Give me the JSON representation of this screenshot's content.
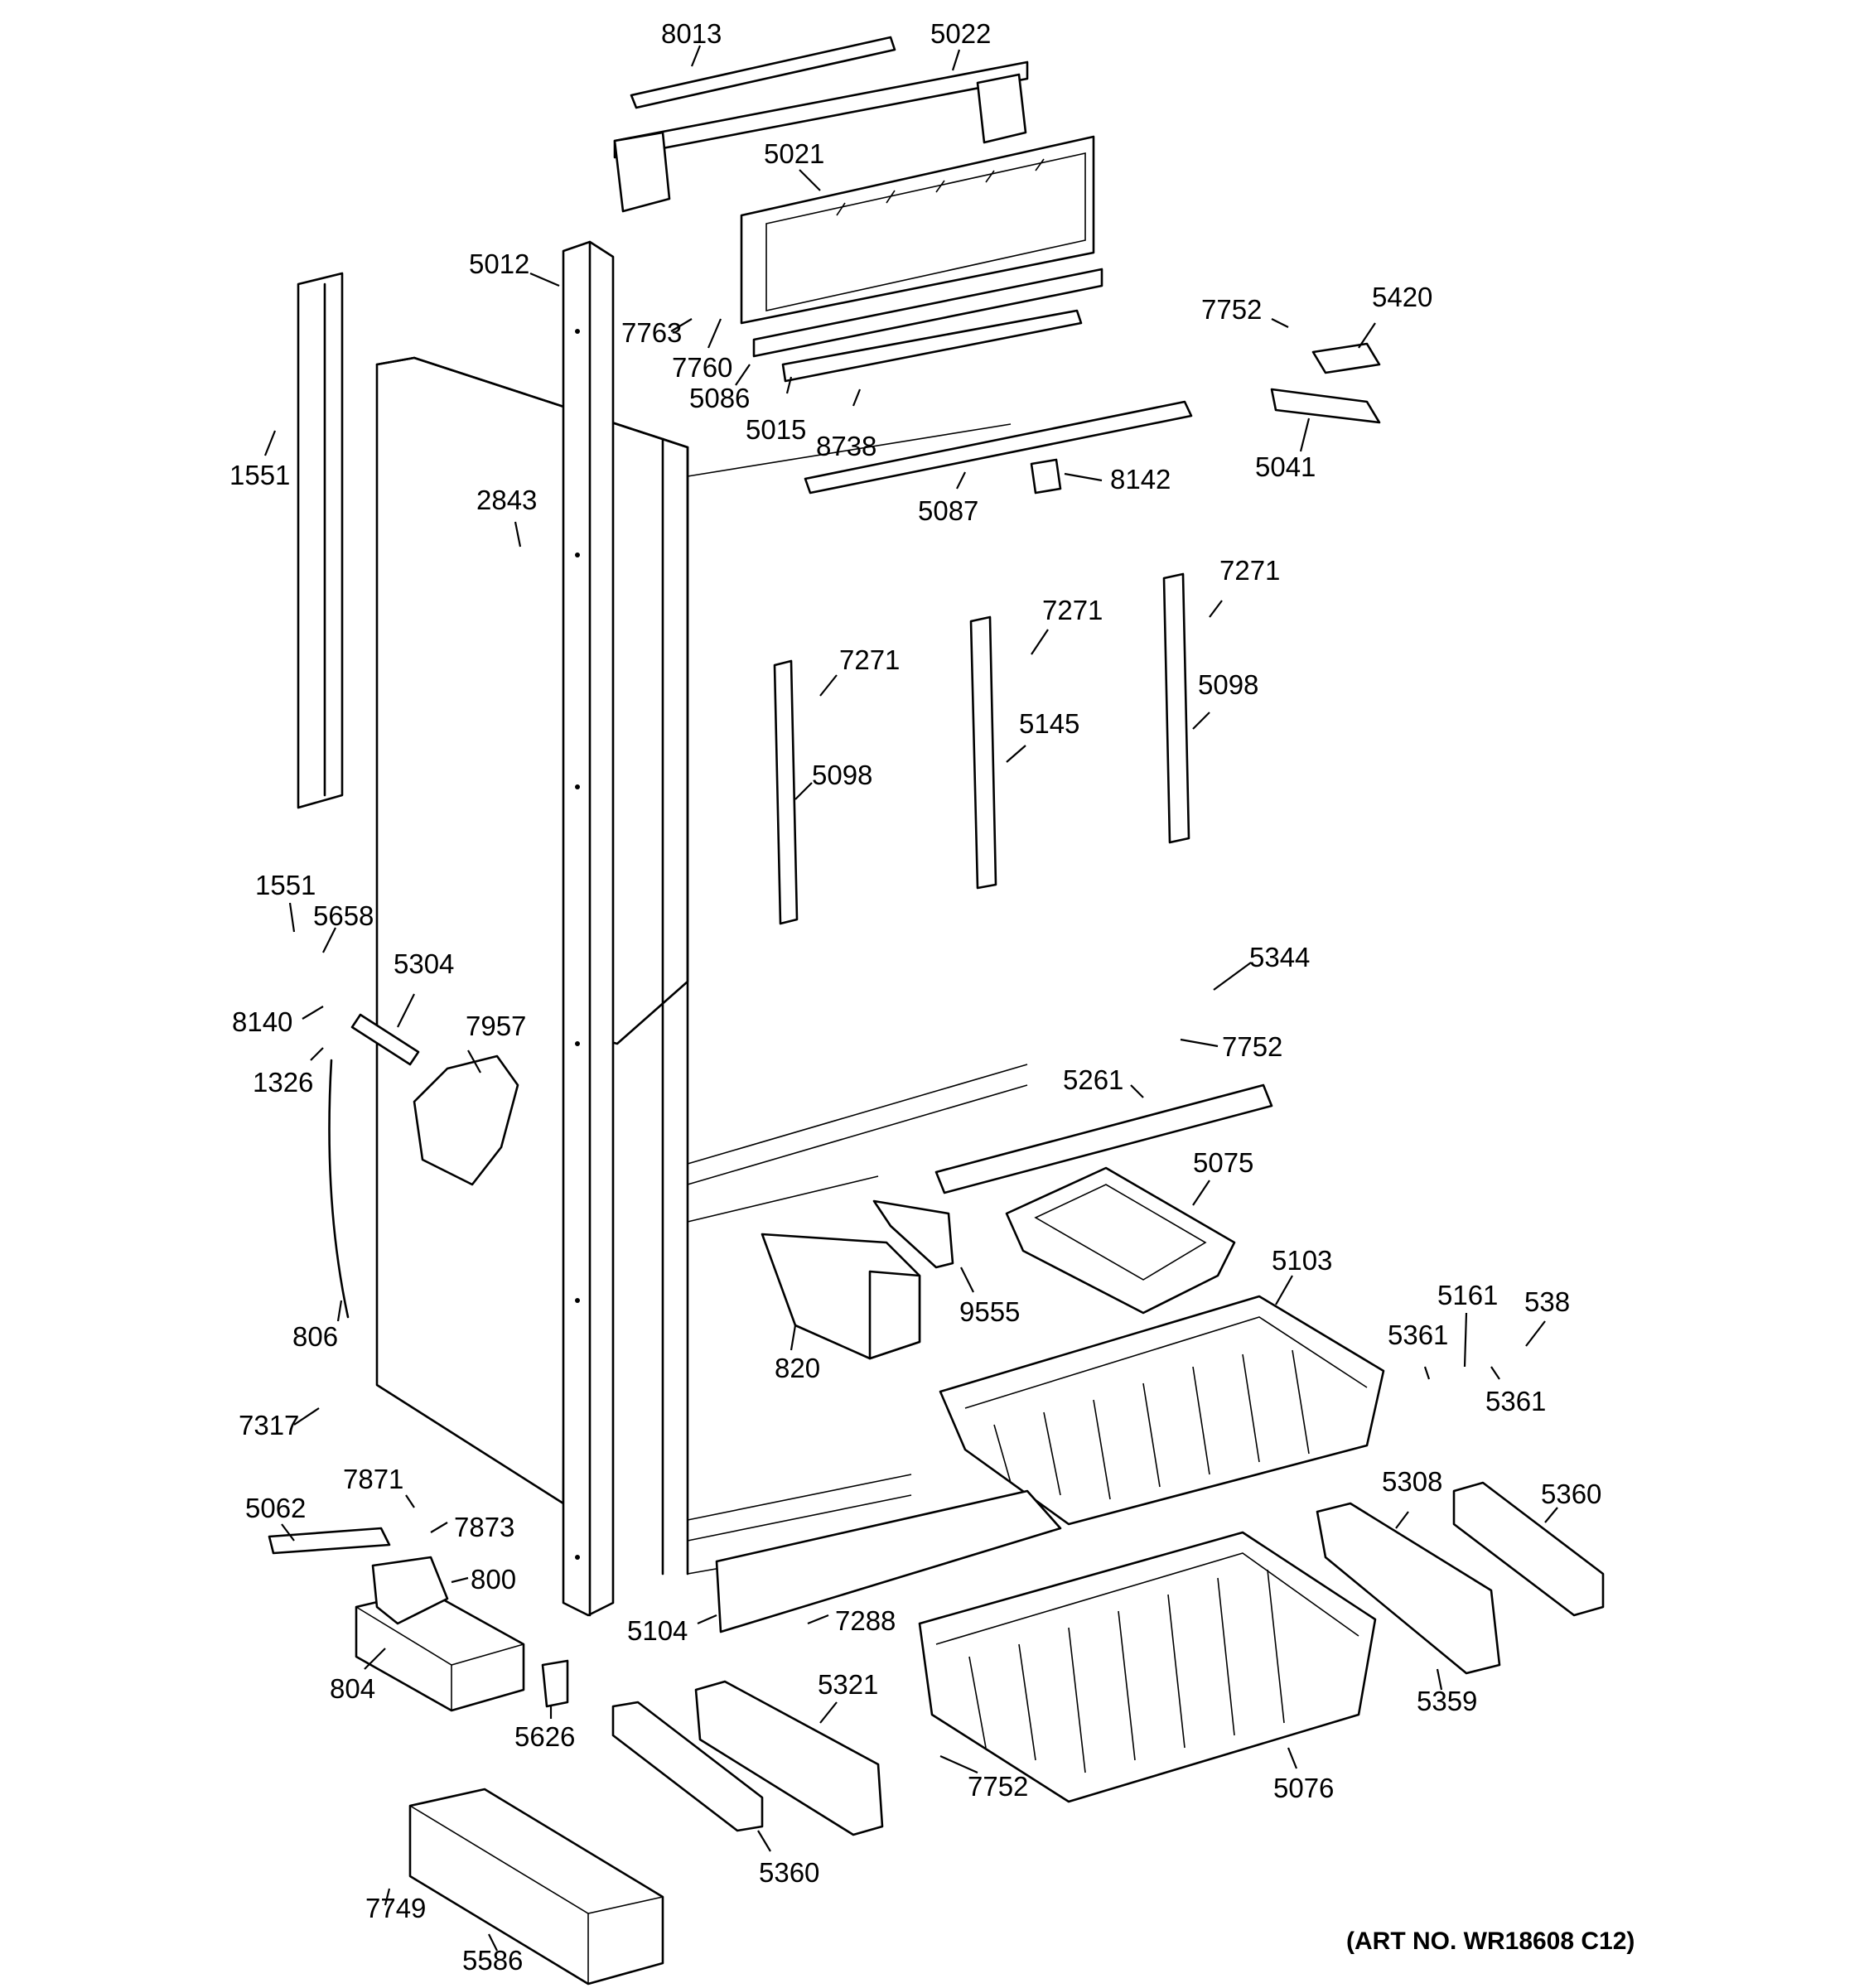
{
  "parts": [
    {
      "label": "8013"
    },
    {
      "label": "5022"
    },
    {
      "label": "5021"
    },
    {
      "label": "5012"
    },
    {
      "label": "7763"
    },
    {
      "label": "7760"
    },
    {
      "label": "5086"
    },
    {
      "label": "5015"
    },
    {
      "label": "8738"
    },
    {
      "label": "7752"
    },
    {
      "label": "5420"
    },
    {
      "label": "5041"
    },
    {
      "label": "1551"
    },
    {
      "label": "2843"
    },
    {
      "label": "5087"
    },
    {
      "label": "8142"
    },
    {
      "label": "7271"
    },
    {
      "label": "7271"
    },
    {
      "label": "7271"
    },
    {
      "label": "5098"
    },
    {
      "label": "5145"
    },
    {
      "label": "5098"
    },
    {
      "label": "1551"
    },
    {
      "label": "5658"
    },
    {
      "label": "5304"
    },
    {
      "label": "7957"
    },
    {
      "label": "8140"
    },
    {
      "label": "1326"
    },
    {
      "label": "5344"
    },
    {
      "label": "7752"
    },
    {
      "label": "5261"
    },
    {
      "label": "5075"
    },
    {
      "label": "9555"
    },
    {
      "label": "820"
    },
    {
      "label": "5103"
    },
    {
      "label": "5161"
    },
    {
      "label": "538"
    },
    {
      "label": "5361"
    },
    {
      "label": "5361"
    },
    {
      "label": "806"
    },
    {
      "label": "7317"
    },
    {
      "label": "7871"
    },
    {
      "label": "5062"
    },
    {
      "label": "7873"
    },
    {
      "label": "800"
    },
    {
      "label": "5308"
    },
    {
      "label": "5360"
    },
    {
      "label": "5104"
    },
    {
      "label": "7288"
    },
    {
      "label": "804"
    },
    {
      "label": "5626"
    },
    {
      "label": "5321"
    },
    {
      "label": "5359"
    },
    {
      "label": "7752"
    },
    {
      "label": "5076"
    },
    {
      "label": "5360"
    },
    {
      "label": "7749"
    },
    {
      "label": "5586"
    }
  ],
  "art_number": "(ART NO. WR18608 C12)"
}
